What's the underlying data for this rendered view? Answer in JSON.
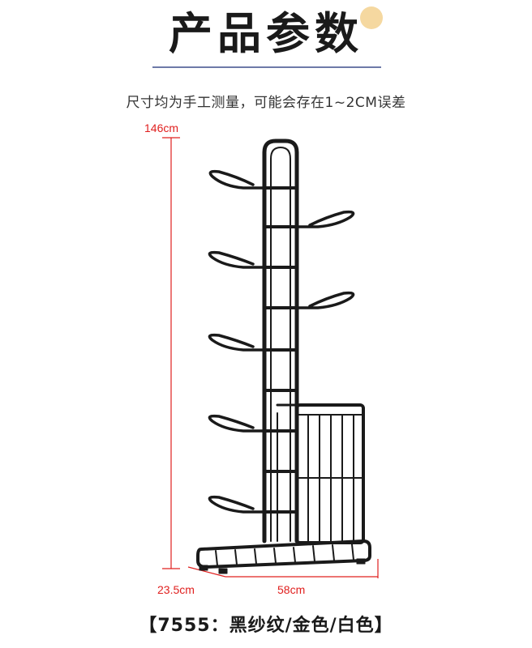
{
  "title": "产品参数",
  "note": "尺寸均为手工测量，可能会存在1~2CM误差",
  "dimensions": {
    "height": "146cm",
    "depth": "23.5cm",
    "width": "58cm"
  },
  "caption": "【7555：黑纱纹/金色/白色】",
  "colors": {
    "dimension_line": "#e0201f",
    "frame": "#1a1a1a",
    "accent_dot": "#f5d8a0",
    "title_rule": "#6d7aa8"
  }
}
